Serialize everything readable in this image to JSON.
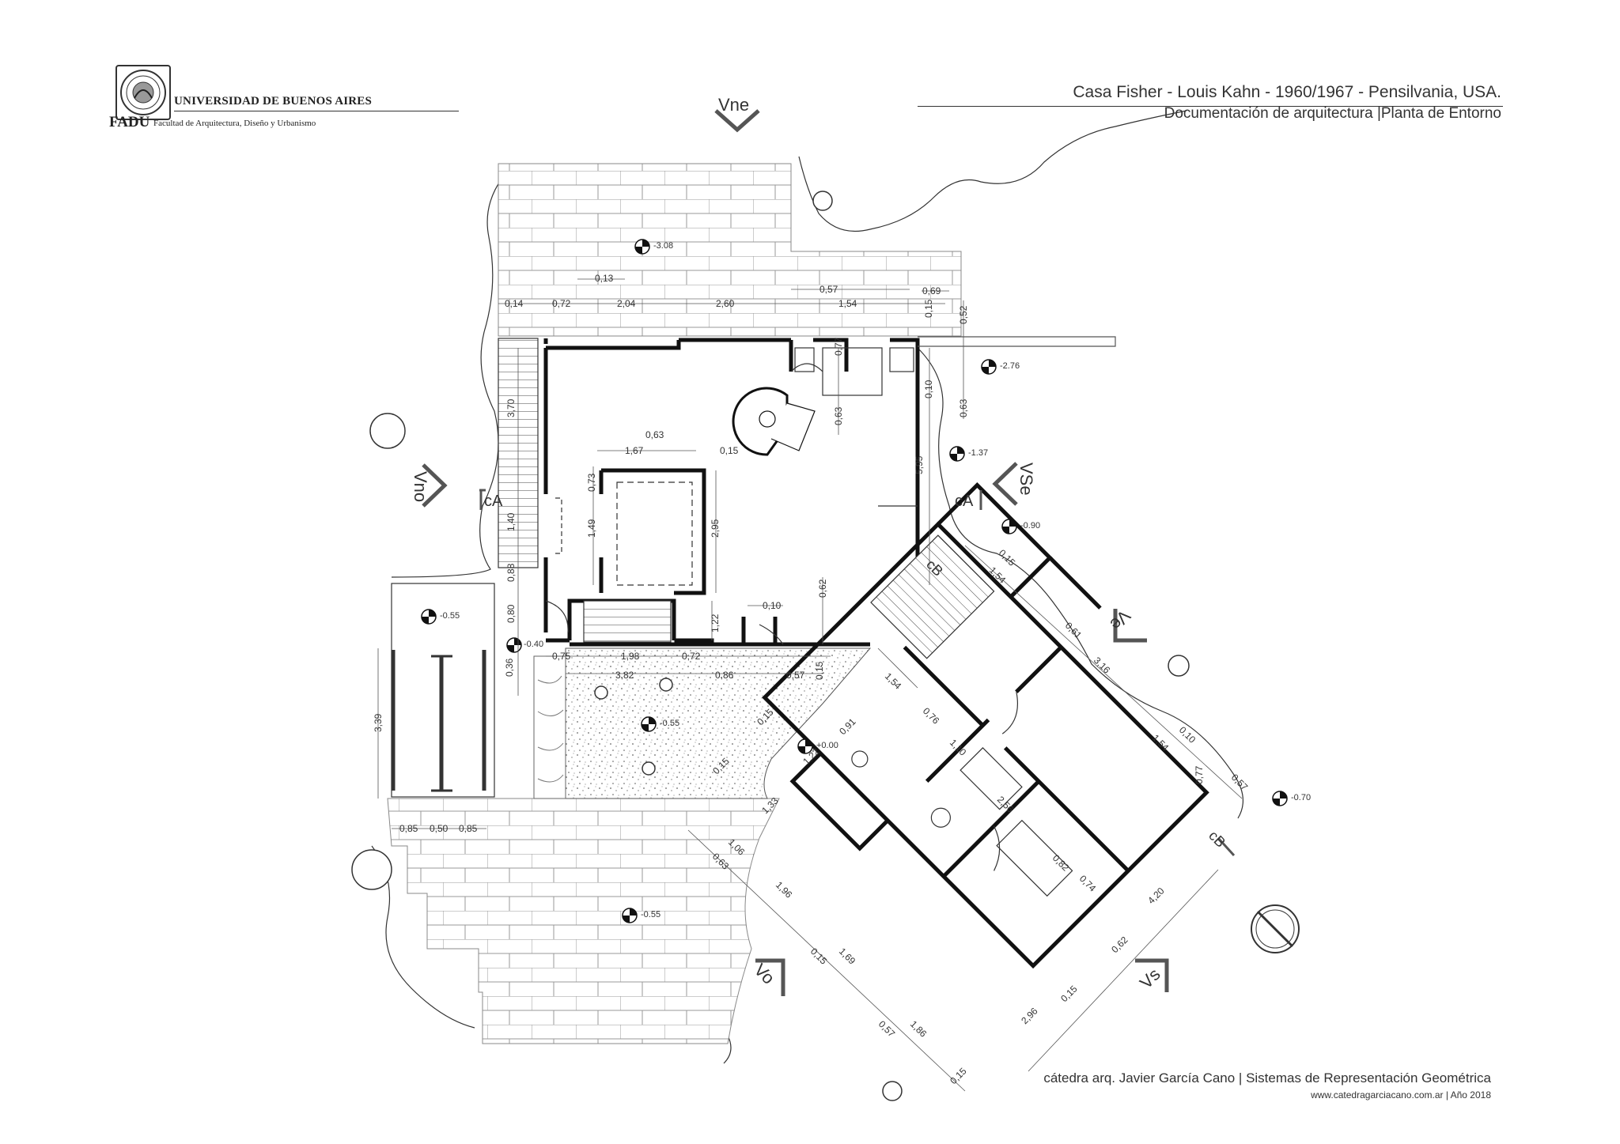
{
  "header": {
    "university": "UNIVERSIDAD DE BUENOS AIRES",
    "faculty_short": "FADU",
    "faculty_name": "Facultad de Arquitectura, Diseño y Urbanismo",
    "title": "Casa Fisher - Louis Kahn - 1960/1967 - Pensilvania, USA.",
    "subtitle": "Documentación de arquitectura |Planta de Entorno"
  },
  "views": {
    "vne": "Vne",
    "vno": "Vno",
    "vse": "VSe",
    "ve": "Ve",
    "vo": "Vo",
    "vs": "Vs"
  },
  "sections": {
    "ca": "cA",
    "cb": "cB"
  },
  "levels": {
    "l1": "-3.08",
    "l2": "-2.76",
    "l3": "-1.37",
    "l4": "-0.90",
    "l5": "-0.55",
    "l6": "-0.40",
    "l7": "-0.55",
    "l8": "+0.00",
    "l9": "-0.70",
    "l10": "-0.55"
  },
  "dimensions": {
    "top_row": [
      "0,14",
      "0,72",
      "2,04",
      "2,60",
      "1,54"
    ],
    "top_extra": [
      "0,13",
      "0,57",
      "0,69"
    ],
    "right_top": [
      "0,52",
      "0,15",
      "0,10",
      "0,63",
      "0,77",
      "0,63",
      "5,95"
    ],
    "studio": [
      "0,63",
      "1,67",
      "0,15",
      "0,73",
      "1,49",
      "2,95",
      "1,22",
      "0,10",
      "0,62"
    ],
    "left_col": [
      "3,70",
      "1,40",
      "0,88",
      "0,80",
      "0,36",
      "3,39"
    ],
    "mid_row": [
      "0,75",
      "1,98",
      "0,72",
      "3,82",
      "0,86",
      "0,57",
      "0,15"
    ],
    "bottom_left": [
      "0,85",
      "0,50",
      "0,85"
    ],
    "wing_top": [
      "0,15",
      "1,54",
      "0,61",
      "3,16",
      "0,10",
      "1,54",
      "0,57",
      "0,77"
    ],
    "wing_mid": [
      "1,54",
      "0,76",
      "0,91",
      "0,15",
      "1,10",
      "1,22",
      "0,15",
      "1,33",
      "2,56",
      "0,82",
      "0,74"
    ],
    "wing_bottom": [
      "1,06",
      "0,63",
      "1,96",
      "0,15",
      "1,69",
      "0,57",
      "1,86",
      "0,15",
      "2,96",
      "0,15",
      "0,62",
      "4,20"
    ]
  },
  "footer": {
    "credit": "cátedra arq. Javier García Cano | Sistemas de Representación Geométrica",
    "web": "www.catedragarciacano.com.ar | Año 2018"
  }
}
